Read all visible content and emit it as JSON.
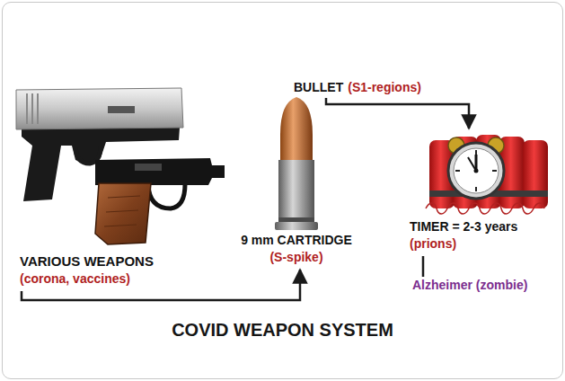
{
  "diagram": {
    "title": "COVID WEAPON SYSTEM",
    "nodes": [
      {
        "text": [
          "VARIOUS WEAPONS",
          "(corona, vaccines)"
        ]
      },
      {
        "text": [
          "9 mm CARTRIDGE",
          "(S-spike)"
        ]
      },
      {
        "text": [
          "BULLET",
          "(S1-regions)"
        ]
      },
      {
        "text": [
          "TIMER = 2-3 years",
          "(prions)"
        ]
      },
      {
        "text": [
          "Alzheimer (zombie)"
        ]
      }
    ],
    "edges": [
      {
        "from": 0,
        "to": 1,
        "arrow": "to"
      },
      {
        "from": 2,
        "to": 3,
        "arrow": "to"
      },
      {
        "from": 3,
        "to": 4,
        "arrow": "none"
      }
    ]
  }
}
